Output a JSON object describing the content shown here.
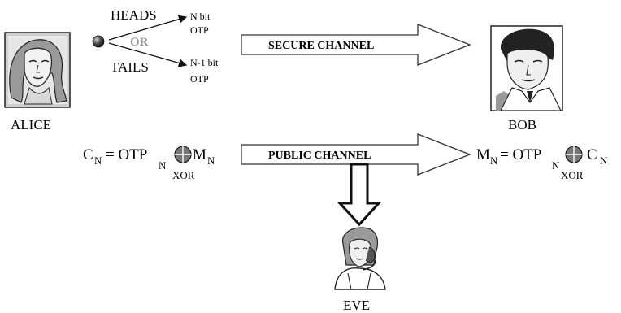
{
  "participants": {
    "alice": "ALICE",
    "bob": "BOB",
    "eve": "EVE"
  },
  "coin": {
    "heads": "HEADS",
    "tails": "TAILS",
    "or": "OR",
    "heads_result": [
      "N bit",
      "OTP"
    ],
    "tails_result": [
      "N-1 bit",
      "OTP"
    ]
  },
  "channels": {
    "secure": "SECURE CHANNEL",
    "public": "PUBLIC CHANNEL"
  },
  "encryption": {
    "lhs": "C",
    "lhs_sub": "N",
    "eq_otp": "= OTP",
    "otp_sub": "N",
    "rhs": "M",
    "rhs_sub": "N",
    "op": "XOR"
  },
  "decryption": {
    "lhs": "M",
    "lhs_sub": "N",
    "eq_otp": "= OTP",
    "otp_sub": "N",
    "rhs": "C",
    "rhs_sub": "N",
    "op": "XOR"
  },
  "icons": {
    "alice": "woman-portrait-icon",
    "bob": "man-portrait-icon",
    "eve": "eavesdropper-phone-icon",
    "coin": "coin-icon",
    "xor": "xor-circle-icon"
  }
}
